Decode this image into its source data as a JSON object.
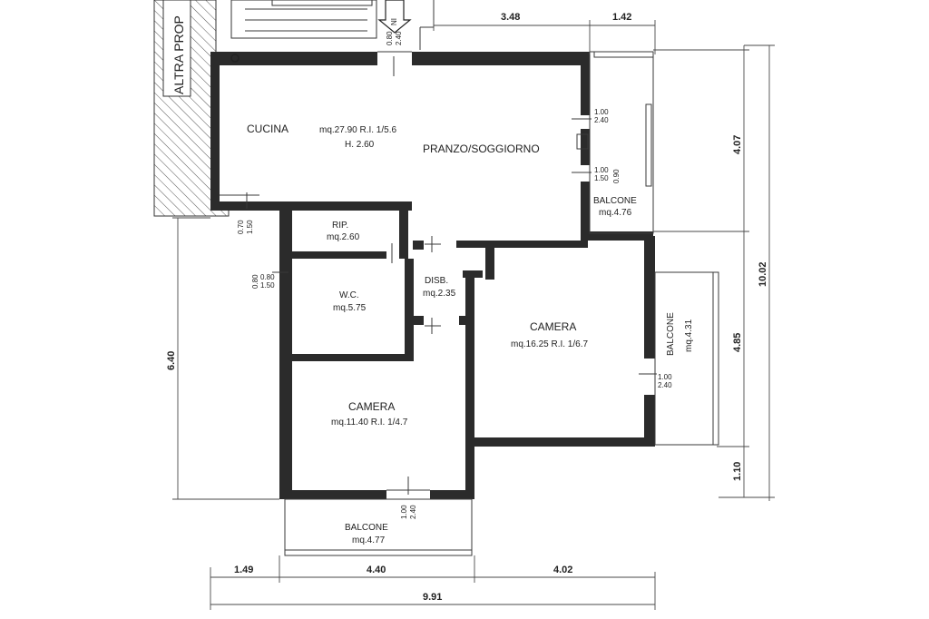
{
  "neighbor_label": "ALTRA PROP",
  "entrance_label": "IN",
  "rooms": {
    "cucina": {
      "name": "CUCINA",
      "area": "mq.27.90 R.I. 1/5.6",
      "height": "H. 2.60"
    },
    "pranzo": {
      "name": "PRANZO/SOGGIORNO"
    },
    "balcone_east_top": {
      "name": "BALCONE",
      "area": "mq.4.76"
    },
    "rip": {
      "name": "RIP.",
      "area": "mq.2.60"
    },
    "wc": {
      "name": "W.C.",
      "area": "mq.5.75"
    },
    "disb": {
      "name": "DISB.",
      "area": "mq.2.35"
    },
    "camera_east": {
      "name": "CAMERA",
      "area": "mq.16.25 R.I. 1/6.7"
    },
    "balcone_east_side": {
      "name": "BALCONE",
      "area": "mq.4.31"
    },
    "camera_south": {
      "name": "CAMERA",
      "area": "mq.11.40 R.I. 1/4.7"
    },
    "balcone_south": {
      "name": "BALCONE",
      "area": "mq.4.77"
    }
  },
  "opening_labels": {
    "entry_top": [
      "0.80",
      "2.40"
    ],
    "kitchen_window_a": [
      "1.00",
      "2.40"
    ],
    "kitchen_window_b": [
      "1.00",
      "1.50",
      "0.90"
    ],
    "rip_window": [
      "0.70",
      "1.50"
    ],
    "wc_window": [
      "0.80",
      "0.80",
      "1.50"
    ],
    "camera_east_door": [
      "1.00",
      "2.40"
    ],
    "camera_south_door": [
      "1.00",
      "2.40"
    ]
  },
  "dimensions": {
    "top_a": "3.48",
    "top_b": "1.42",
    "right_a": "4.07",
    "right_total": "10.02",
    "right_b": "4.85",
    "right_c": "1.10",
    "left": "6.40",
    "bottom_a": "1.49",
    "bottom_b": "4.40",
    "bottom_c": "4.02",
    "bottom_total": "9.91"
  }
}
